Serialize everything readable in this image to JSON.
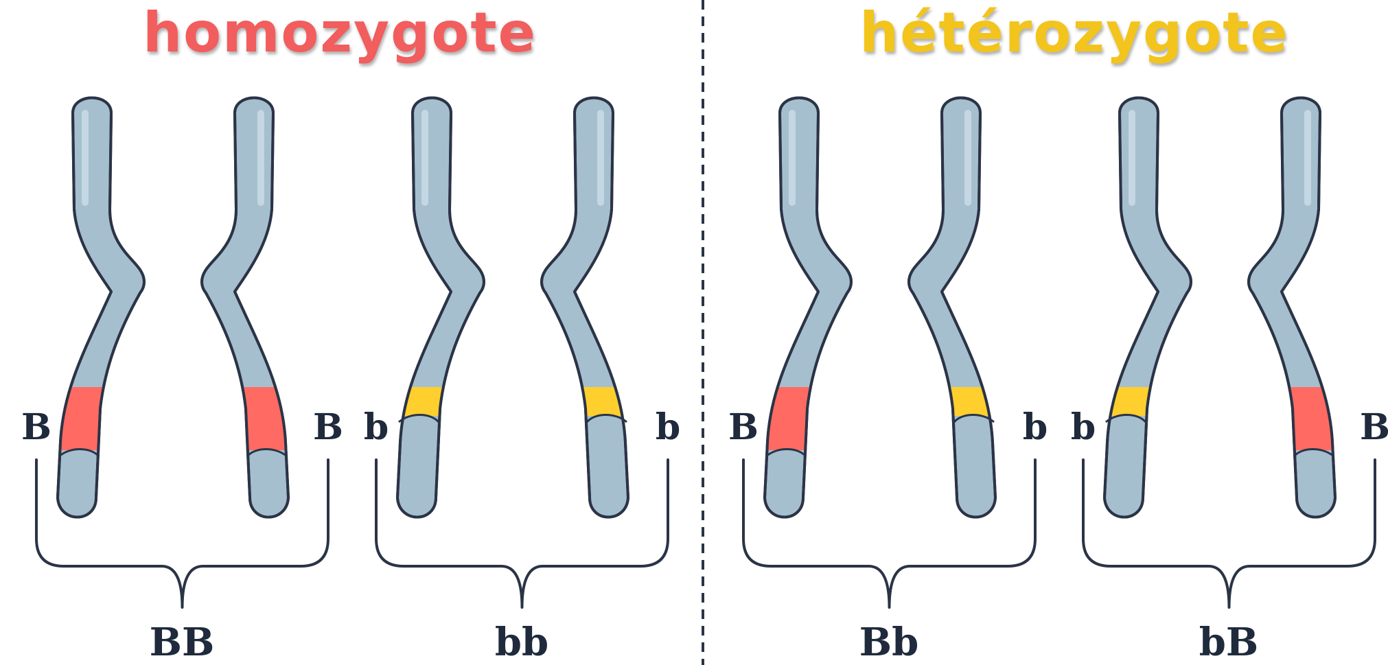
{
  "colors": {
    "chromosome": "#a5bfcf",
    "chromosome_light": "#c4d7e2",
    "outline": "#2b3446",
    "dominant_band": "#ff6b62",
    "recessive_band": "#ffcf2e",
    "homo_title": "#f25d5d",
    "hetero_title": "#f2c41f"
  },
  "panels": [
    {
      "title": "homozygote",
      "title_color": "#f25d5d",
      "pairs": [
        {
          "genotype": "BB",
          "chromosomes": [
            {
              "allele": "B",
              "band": "dominant"
            },
            {
              "allele": "B",
              "band": "dominant"
            }
          ]
        },
        {
          "genotype": "bb",
          "chromosomes": [
            {
              "allele": "b",
              "band": "recessive"
            },
            {
              "allele": "b",
              "band": "recessive"
            }
          ]
        }
      ]
    },
    {
      "title": "hétérozygote",
      "title_color": "#f2c41f",
      "pairs": [
        {
          "genotype": "Bb",
          "chromosomes": [
            {
              "allele": "B",
              "band": "dominant"
            },
            {
              "allele": "b",
              "band": "recessive"
            }
          ]
        },
        {
          "genotype": "bB",
          "chromosomes": [
            {
              "allele": "b",
              "band": "recessive"
            },
            {
              "allele": "B",
              "band": "dominant"
            }
          ]
        }
      ]
    }
  ]
}
